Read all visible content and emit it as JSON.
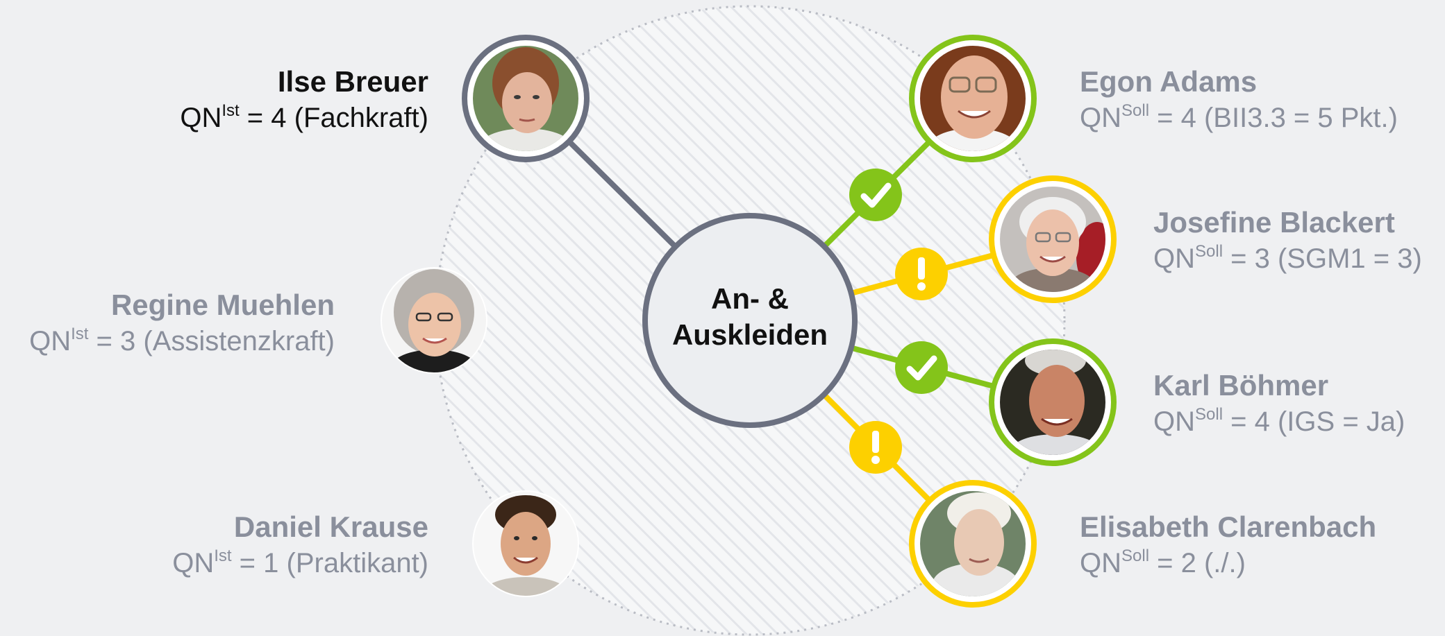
{
  "center": {
    "line1": "An- &",
    "line2": "Auskleiden"
  },
  "staff": [
    {
      "id": "ilse",
      "name": "Ilse Breuer",
      "qn_prefix": "QN",
      "qn_sup": "Ist",
      "qn_value": " = 4  (Fachkraft)",
      "active": true,
      "avatar": "photo-ilse-breuer"
    },
    {
      "id": "regine",
      "name": "Regine Muehlen",
      "qn_prefix": "QN",
      "qn_sup": "Ist",
      "qn_value": " = 3  (Assistenzkraft)",
      "active": false,
      "avatar": "photo-regine-muehlen"
    },
    {
      "id": "daniel",
      "name": "Daniel Krause",
      "qn_prefix": "QN",
      "qn_sup": "Ist",
      "qn_value": " = 1 (Praktikant)",
      "active": false,
      "avatar": "photo-daniel-krause"
    }
  ],
  "residents": [
    {
      "id": "egon",
      "name": "Egon Adams",
      "qn_prefix": "QN",
      "qn_sup": "Soll",
      "qn_value": " = 4  (BII3.3 = 5 Pkt.)",
      "status": "ok",
      "avatar": "photo-egon-adams"
    },
    {
      "id": "josefine",
      "name": "Josefine Blackert",
      "qn_prefix": "QN",
      "qn_sup": "Soll",
      "qn_value": " = 3  (SGM1 = 3)",
      "status": "warning",
      "avatar": "photo-josefine-blackert"
    },
    {
      "id": "karl",
      "name": "Karl Böhmer",
      "qn_prefix": "QN",
      "qn_sup": "Soll",
      "qn_value": " = 4  (IGS = Ja)",
      "status": "ok",
      "avatar": "photo-karl-boehmer"
    },
    {
      "id": "elisabeth",
      "name": "Elisabeth Clarenbach",
      "qn_prefix": "QN",
      "qn_sup": "Soll",
      "qn_value": " = 2  (./.)",
      "status": "warning",
      "avatar": "photo-elisabeth-clarenbach"
    }
  ],
  "colors": {
    "background": "#eff0f2",
    "ring_gray": "#6b7080",
    "ok_green": "#84c41a",
    "warning_yellow": "#fdd000",
    "muted_text": "#8a8f9c",
    "active_text": "#111111"
  },
  "status_icons": {
    "ok": "checkmark-icon",
    "warning": "exclamation-icon"
  }
}
